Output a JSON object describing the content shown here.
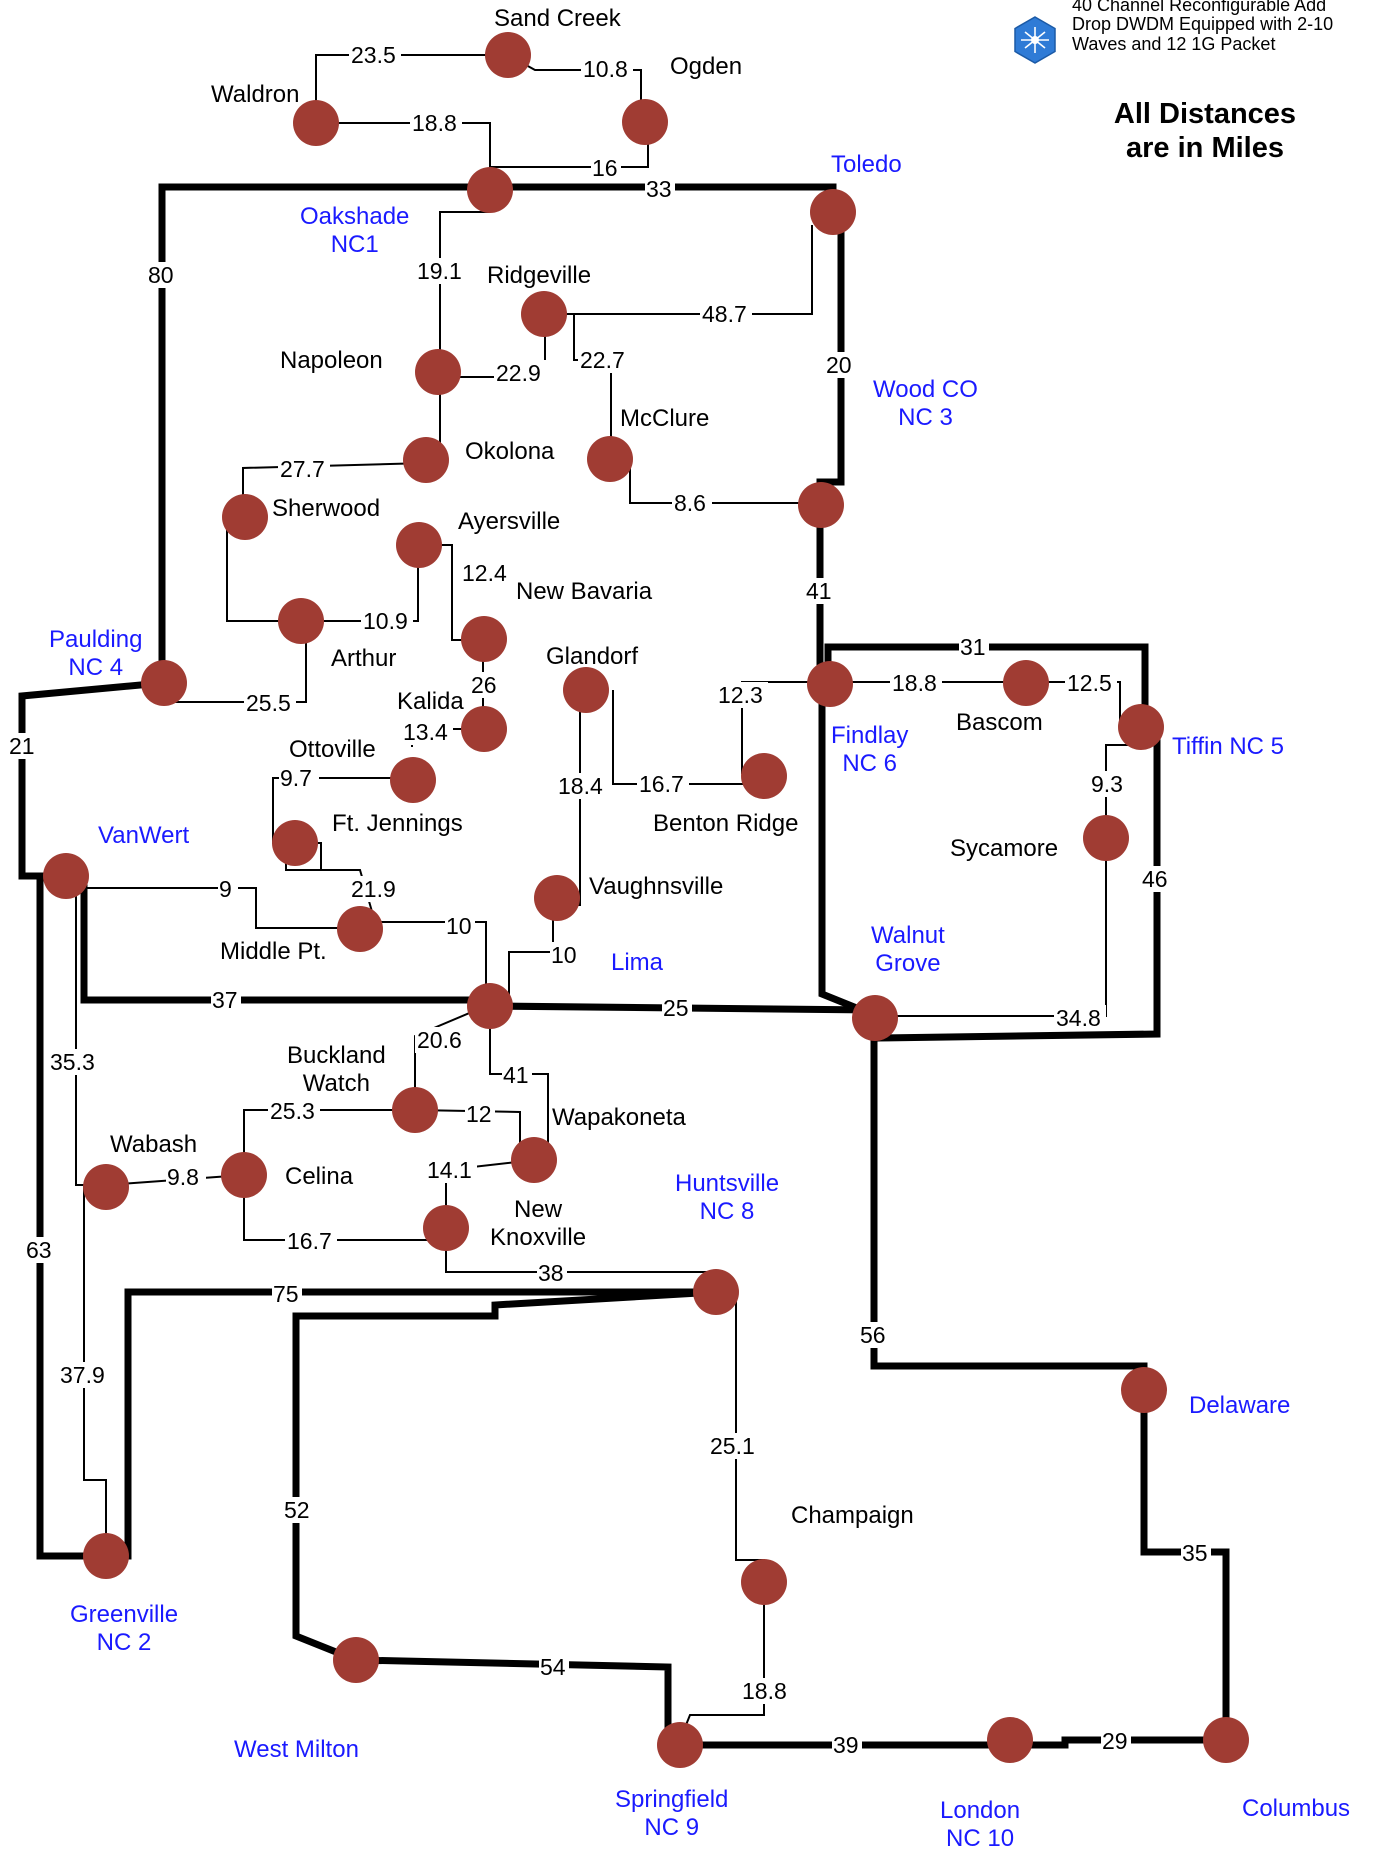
{
  "legend": {
    "icon": "dwdm-add-drop-icon",
    "text": "40 Channel Reconfigurable Add\nDrop DWDM Equipped with 2-10\nWaves and 12 1G Packet"
  },
  "note": "All Distances\nare in Miles",
  "colors": {
    "node": "#a03c33",
    "hub_label": "#1a1aff",
    "line": "#000000"
  },
  "nodes": {
    "sand_creek": "Sand Creek",
    "ogden": "Ogden",
    "waldron": "Waldron",
    "oakshade": "Oakshade\nNC1",
    "toledo": "Toledo",
    "ridgeville": "Ridgeville",
    "napoleon": "Napoleon",
    "mcclure": "McClure",
    "wood_co": "Wood CO\nNC 3",
    "okolona": "Okolona",
    "sherwood": "Sherwood",
    "ayersville": "Ayersville",
    "new_bavaria": "New Bavaria",
    "glandorf": "Glandorf",
    "arthur": "Arthur",
    "paulding": "Paulding\nNC 4",
    "kalida": "Kalida",
    "ottoville": "Ottoville",
    "findlay": "Findlay\nNC 6",
    "bascom": "Bascom",
    "tiffin": "Tiffin NC 5",
    "benton_ridge": "Benton Ridge",
    "ft_jennings": "Ft. Jennings",
    "sycamore": "Sycamore",
    "vanwert": "VanWert",
    "vaughnsville": "Vaughnsville",
    "middle_pt": "Middle Pt.",
    "lima": "Lima",
    "walnut_grove": "Walnut\nGrove",
    "buckland": "Buckland\nWatch",
    "wapakoneta": "Wapakoneta",
    "wabash": "Wabash",
    "celina": "Celina",
    "huntsville": "Huntsville\nNC 8",
    "new_knoxville": "New\nKnoxville",
    "delaware": "Delaware",
    "champaign": "Champaign",
    "greenville": "Greenville\nNC 2",
    "west_milton": "West Milton",
    "springfield": "Springfield\nNC 9",
    "london": "London\nNC 10",
    "columbus": "Columbus"
  },
  "distances": {
    "d_23_5": "23.5",
    "d_10_8": "10.8",
    "d_18_8a": "18.8",
    "d_16": "16",
    "d_33": "33",
    "d_80": "80",
    "d_19_1": "19.1",
    "d_48_7": "48.7",
    "d_22_9": "22.9",
    "d_22_7": "22.7",
    "d_20": "20",
    "d_27_7": "27.7",
    "d_8_6": "8.6",
    "d_12_4": "12.4",
    "d_41a": "41",
    "d_10_9": "10.9",
    "d_26": "26",
    "d_31": "31",
    "d_25_5": "25.5",
    "d_12_3": "12.3",
    "d_18_8b": "18.8",
    "d_12_5": "12.5",
    "d_21": "21",
    "d_13_4": "13.4",
    "d_9_7": "9.7",
    "d_16_7a": "16.7",
    "d_18_4": "18.4",
    "d_9_3": "9.3",
    "d_46": "46",
    "d_21_9": "21.9",
    "d_9": "9",
    "d_10a": "10",
    "d_10b": "10",
    "d_37": "37",
    "d_25": "25",
    "d_34_8": "34.8",
    "d_35_3": "35.3",
    "d_20_6": "20.6",
    "d_41b": "41",
    "d_25_3": "25.3",
    "d_12": "12",
    "d_9_8": "9.8",
    "d_14_1": "14.1",
    "d_16_7b": "16.7",
    "d_63": "63",
    "d_38": "38",
    "d_75": "75",
    "d_56": "56",
    "d_37_9": "37.9",
    "d_25_1": "25.1",
    "d_52": "52",
    "d_35": "35",
    "d_54": "54",
    "d_18_8c": "18.8",
    "d_39": "39",
    "d_29": "29"
  }
}
